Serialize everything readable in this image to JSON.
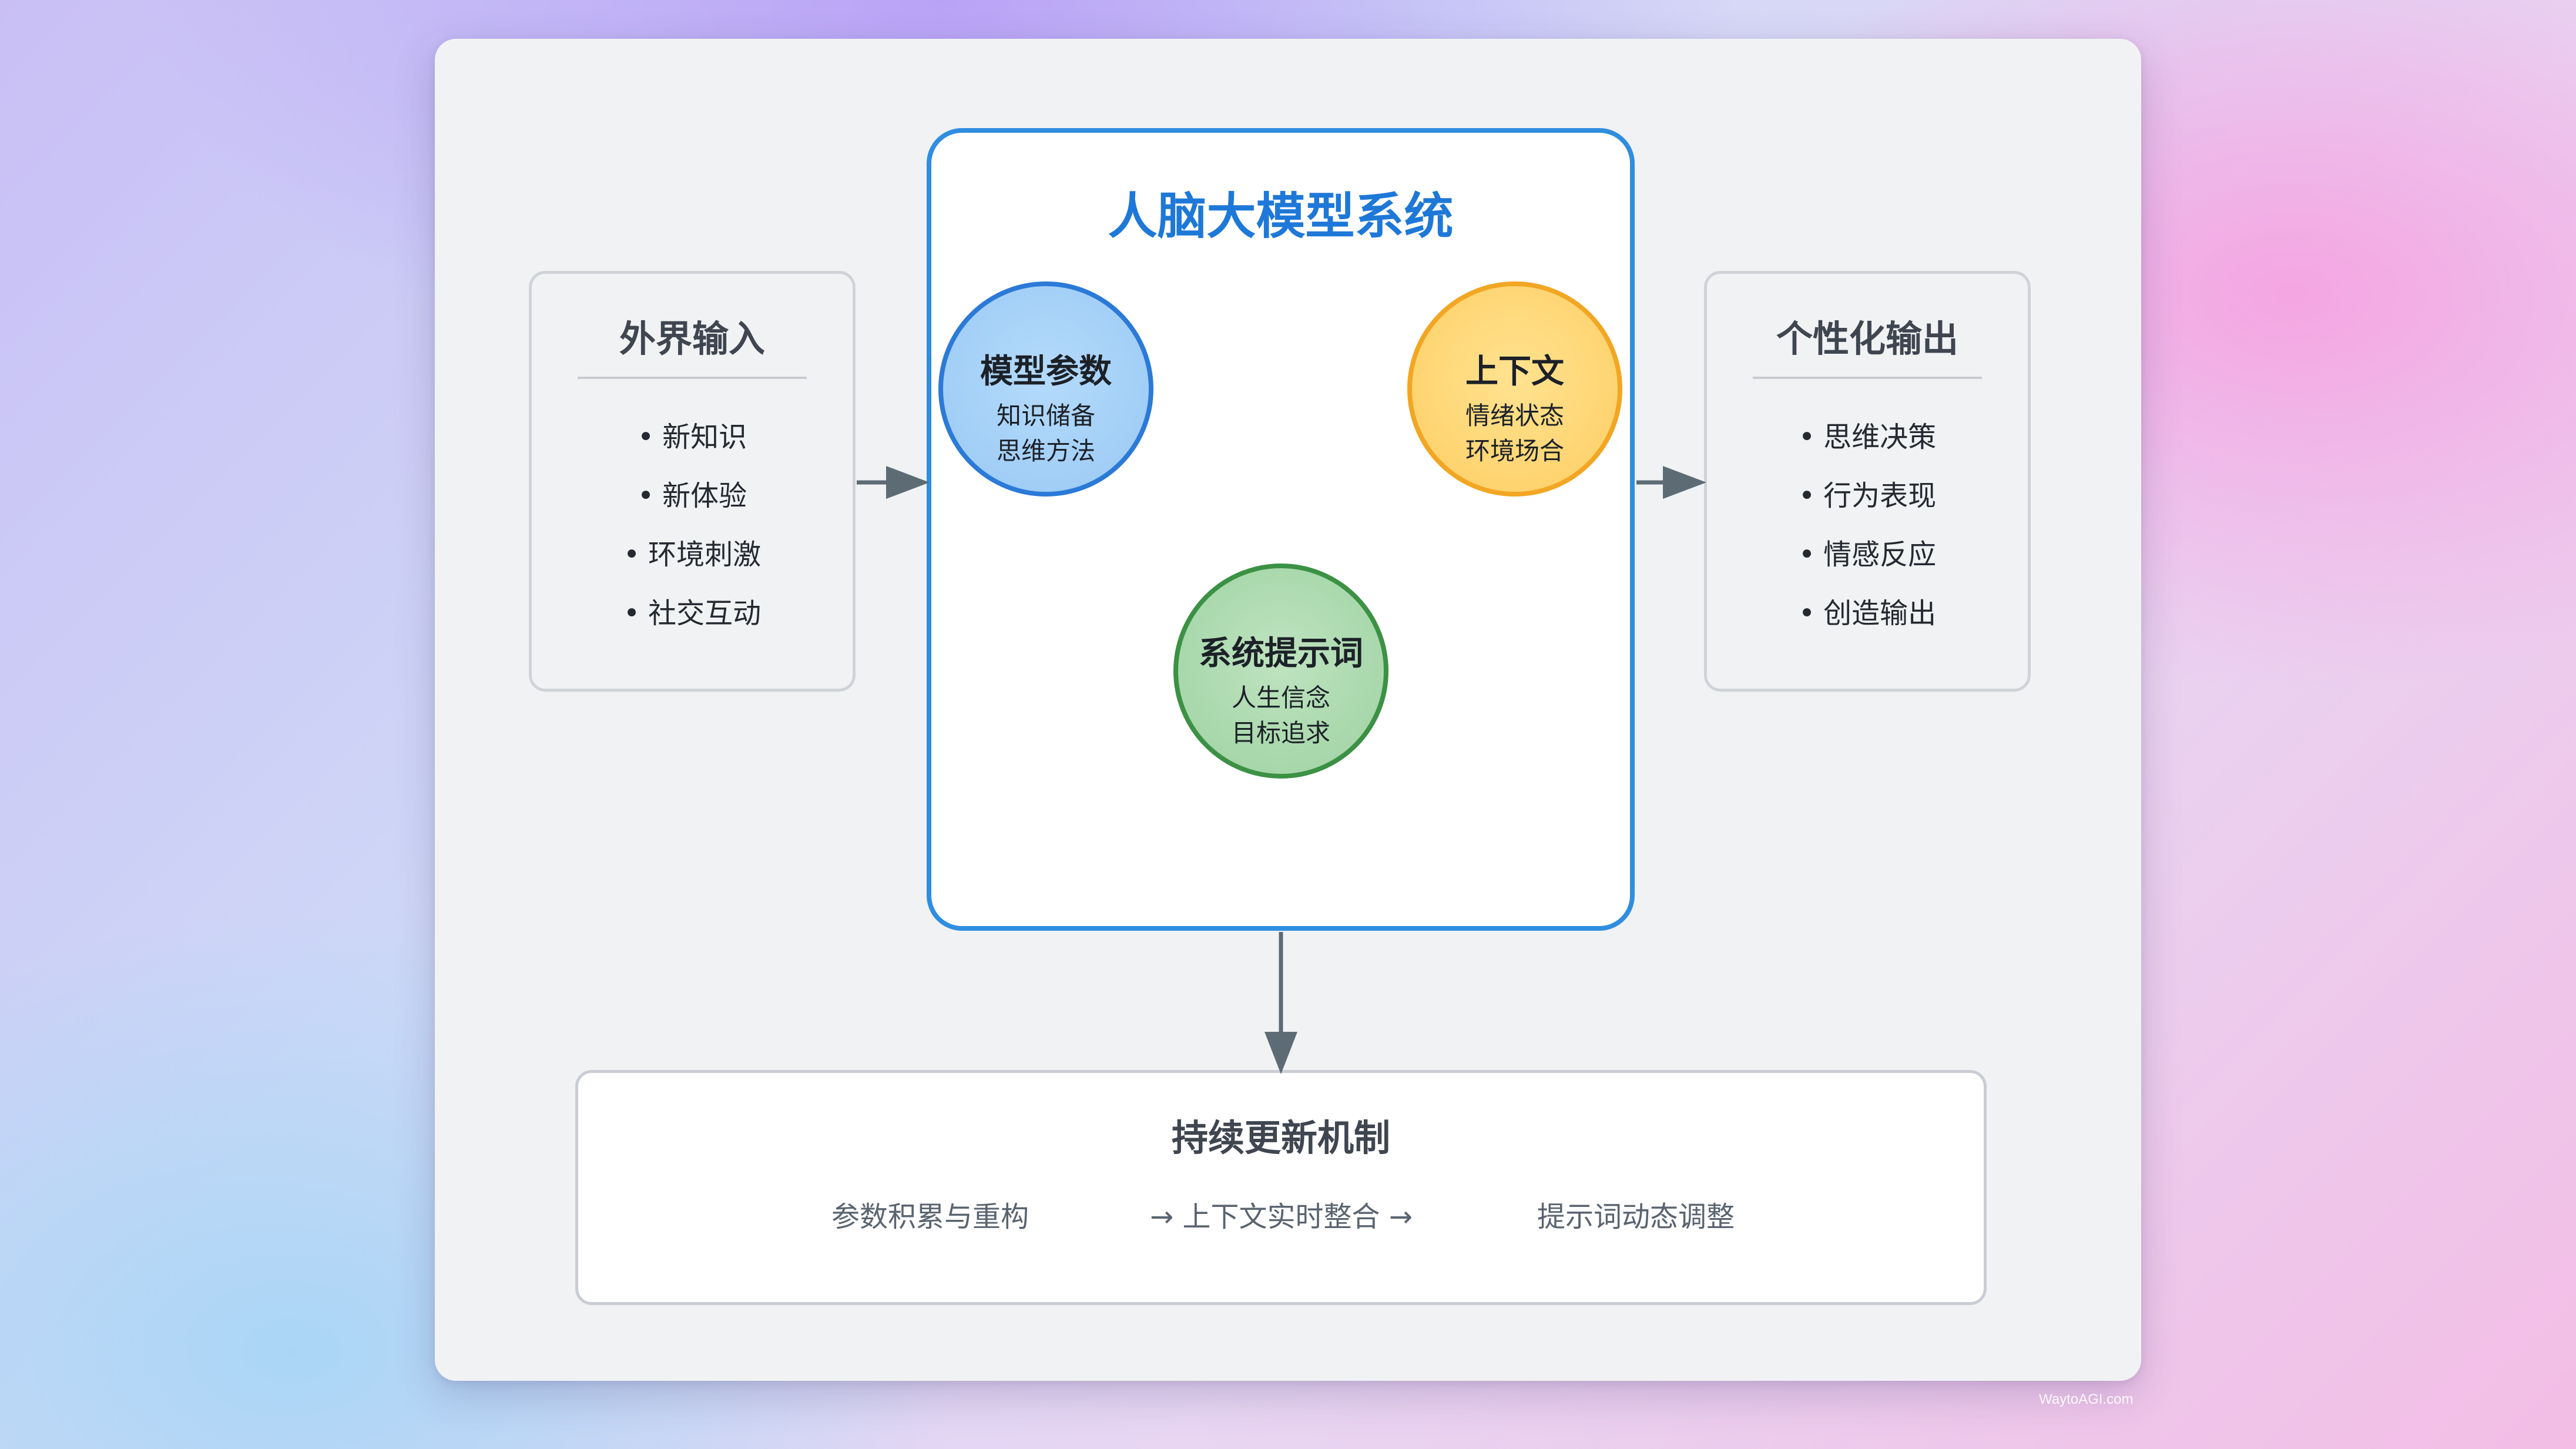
{
  "input": {
    "title": "外界输入",
    "items": [
      "新知识",
      "新体验",
      "环境刺激",
      "社交互动"
    ]
  },
  "system": {
    "title": "人脑大模型系统",
    "params": {
      "title": "模型参数",
      "line1": "知识储备",
      "line2": "思维方法"
    },
    "context": {
      "title": "上下文",
      "line1": "情绪状态",
      "line2": "环境场合"
    },
    "prompt": {
      "title": "系统提示词",
      "line1": "人生信念",
      "line2": "目标追求"
    }
  },
  "output": {
    "title": "个性化输出",
    "items": [
      "思维决策",
      "行为表现",
      "情感反应",
      "创造输出"
    ]
  },
  "update": {
    "title": "持续更新机制",
    "step1": "参数积累与重构",
    "step2": "→ 上下文实时整合 →",
    "step3": "提示词动态调整"
  },
  "watermark": "WaytoAGI.com",
  "bullet": "•",
  "colors": {
    "accent_blue": "#2f8ee0",
    "param_circle": "#a5d1f8",
    "context_circle": "#ffd777",
    "prompt_circle": "#acdaaf",
    "arrow": "#5d6b74"
  }
}
